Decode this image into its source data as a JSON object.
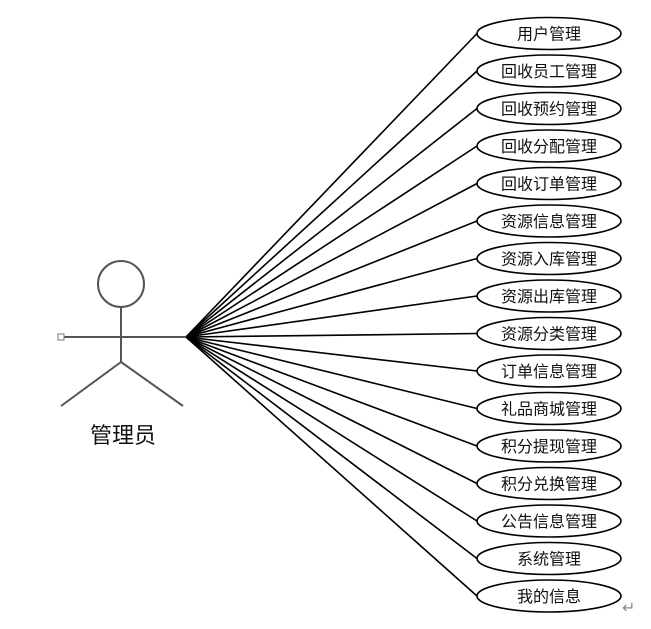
{
  "actor": {
    "name": "管理员"
  },
  "use_cases": [
    {
      "label": "用户管理"
    },
    {
      "label": "回收员工管理"
    },
    {
      "label": "回收预约管理"
    },
    {
      "label": "回收分配管理"
    },
    {
      "label": "回收订单管理"
    },
    {
      "label": "资源信息管理"
    },
    {
      "label": "资源入库管理"
    },
    {
      "label": "资源出库管理"
    },
    {
      "label": "资源分类管理"
    },
    {
      "label": "订单信息管理"
    },
    {
      "label": "礼品商城管理"
    },
    {
      "label": "积分提现管理"
    },
    {
      "label": "积分兑换管理"
    },
    {
      "label": "公告信息管理"
    },
    {
      "label": "系统管理"
    },
    {
      "label": "我的信息"
    }
  ],
  "colors": {
    "stroke": "#000000",
    "actor_stroke": "#555555"
  },
  "decorations": {
    "paragraph_mark": "↵"
  }
}
